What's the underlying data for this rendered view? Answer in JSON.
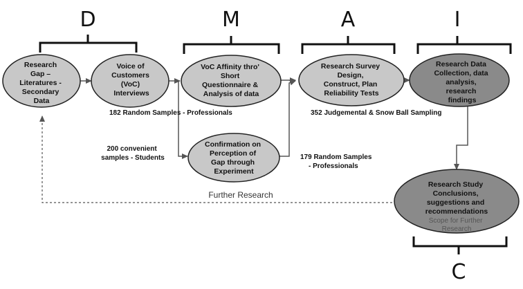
{
  "phases": {
    "d": "D",
    "m": "M",
    "a": "A",
    "i": "I",
    "c": "C"
  },
  "nodes": {
    "research_gap": [
      "Research",
      "Gap –",
      "Literatures -",
      "Secondary",
      "Data"
    ],
    "voc": [
      "Voice of",
      "Customers",
      "(VoC)",
      "Interviews"
    ],
    "voc_affinity": [
      "VoC Affinity thro'",
      "Short",
      "Questionnaire &",
      "Analysis of data"
    ],
    "confirmation": [
      "Confirmation on",
      "Perception of",
      "Gap through",
      "Experiment"
    ],
    "survey_design": [
      "Research Survey",
      "Design,",
      "Construct, Plan",
      "Reliability Tests"
    ],
    "data_collection": [
      "Research Data",
      "Collection, data",
      "analysis,",
      "research",
      "findings"
    ],
    "conclusions": [
      "Research Study",
      "Conclusions,",
      "suggestions and",
      "recommendations"
    ],
    "conclusions_scope": [
      "Scope for Further",
      "Research"
    ]
  },
  "annotations": {
    "random_182": "182 Random Samples - Professionals",
    "judgemental_352": "352 Judgemental & Snow Ball Sampling",
    "convenient_200": [
      "200 convenient",
      "samples - Students"
    ],
    "random_179": [
      "179 Random Samples",
      "- Professionals"
    ],
    "further_research": "Further Research"
  },
  "colors": {
    "ellipse_light": "#c8c8c8",
    "ellipse_dark": "#8a8a8a",
    "stroke": "#222222",
    "line": "#555555"
  }
}
